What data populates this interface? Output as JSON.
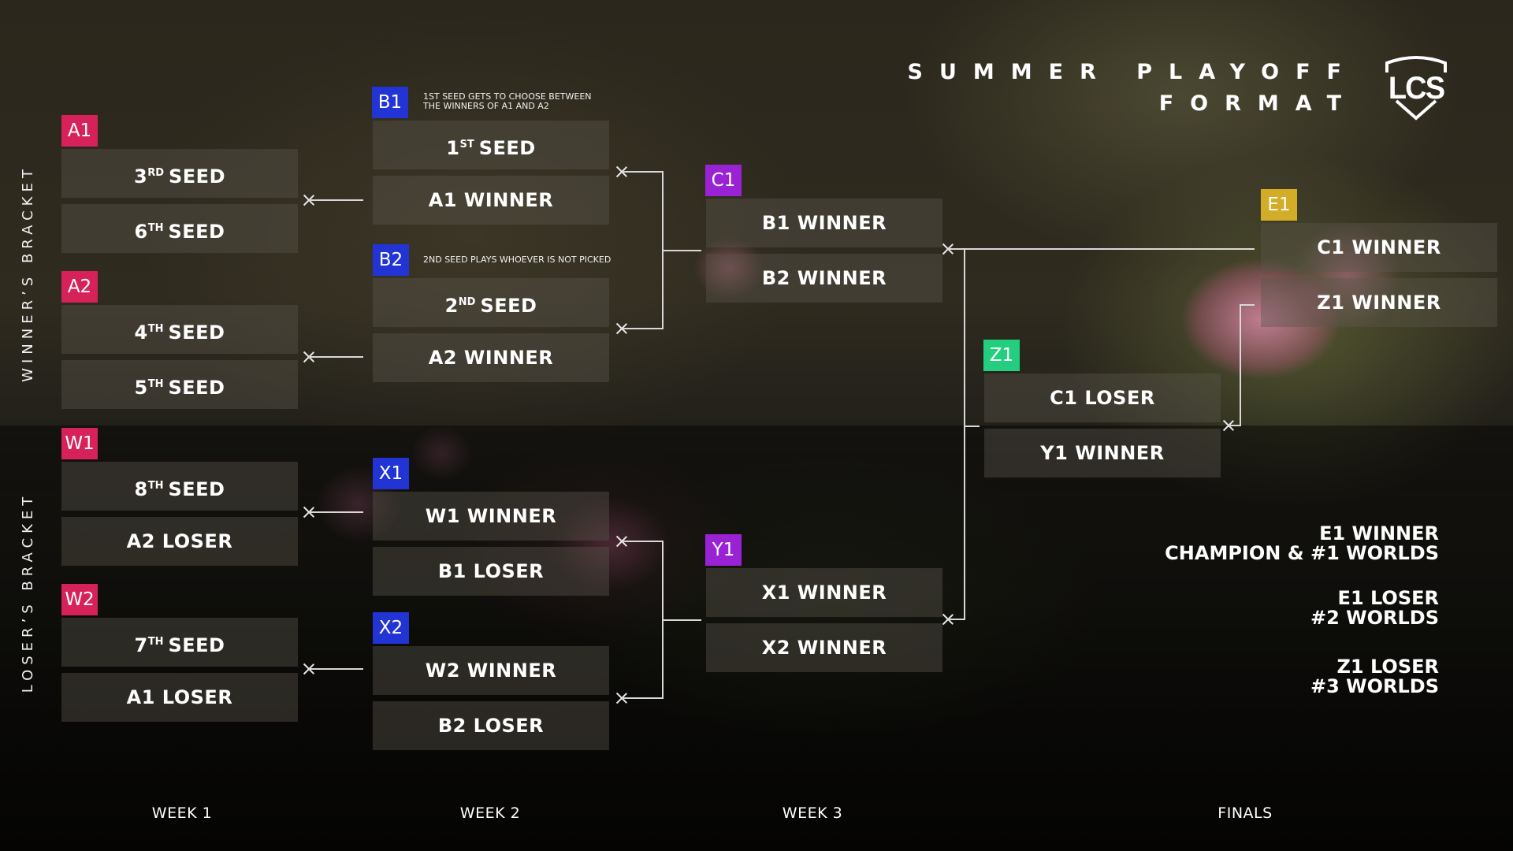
{
  "header": {
    "title_line1": "SUMMER PLAYOFF",
    "title_line2": "FORMAT",
    "logo_text": "LCS"
  },
  "brackets": {
    "winners_label": "WINNER’S BRACKET",
    "losers_label": "LOSER’S BRACKET"
  },
  "colors": {
    "week1_tag": "#d7215a",
    "week2_tag": "#2234d4",
    "week3_tag": "#9a22d5",
    "z1_tag": "#23ce7f",
    "e1_tag": "#d3ad27",
    "connector": "#d8d8d8"
  },
  "matches": {
    "A1": {
      "tag": "A1",
      "slots": [
        {
          "num": "3",
          "sup": "RD",
          "text": "SEED"
        },
        {
          "num": "6",
          "sup": "TH",
          "text": "SEED"
        }
      ]
    },
    "A2": {
      "tag": "A2",
      "slots": [
        {
          "num": "4",
          "sup": "TH",
          "text": "SEED"
        },
        {
          "num": "5",
          "sup": "TH",
          "text": "SEED"
        }
      ]
    },
    "W1": {
      "tag": "W1",
      "slots": [
        {
          "num": "8",
          "sup": "TH",
          "text": "SEED"
        },
        {
          "text": "A2 LOSER"
        }
      ]
    },
    "W2": {
      "tag": "W2",
      "slots": [
        {
          "num": "7",
          "sup": "TH",
          "text": "SEED"
        },
        {
          "text": "A1 LOSER"
        }
      ]
    },
    "B1": {
      "tag": "B1",
      "note": "1ST SEED GETS TO CHOOSE BETWEEN\nTHE WINNERS OF A1 AND A2",
      "note_line1": "1ST SEED GETS TO CHOOSE BETWEEN",
      "note_line2": "THE WINNERS OF A1 AND A2",
      "slots": [
        {
          "num": "1",
          "sup": "ST",
          "text": "SEED"
        },
        {
          "text": "A1 WINNER"
        }
      ]
    },
    "B2": {
      "tag": "B2",
      "note": "2ND SEED PLAYS WHOEVER IS NOT PICKED",
      "slots": [
        {
          "num": "2",
          "sup": "ND",
          "text": "SEED"
        },
        {
          "text": "A2 WINNER"
        }
      ]
    },
    "X1": {
      "tag": "X1",
      "slots": [
        {
          "text": "W1 WINNER"
        },
        {
          "text": "B1 LOSER"
        }
      ]
    },
    "X2": {
      "tag": "X2",
      "slots": [
        {
          "text": "W2 WINNER"
        },
        {
          "text": "B2 LOSER"
        }
      ]
    },
    "C1": {
      "tag": "C1",
      "slots": [
        {
          "text": "B1 WINNER"
        },
        {
          "text": "B2 WINNER"
        }
      ]
    },
    "Y1": {
      "tag": "Y1",
      "slots": [
        {
          "text": "X1 WINNER"
        },
        {
          "text": "X2 WINNER"
        }
      ]
    },
    "Z1": {
      "tag": "Z1",
      "slots": [
        {
          "text": "C1 LOSER"
        },
        {
          "text": "Y1 WINNER"
        }
      ]
    },
    "E1": {
      "tag": "E1",
      "slots": [
        {
          "text": "C1 WINNER"
        },
        {
          "text": "Z1 WINNER"
        }
      ]
    }
  },
  "results": [
    {
      "line1": "E1 WINNER",
      "line2": "CHAMPION & #1 WORLDS"
    },
    {
      "line1": "E1 LOSER",
      "line2": "#2 WORLDS"
    },
    {
      "line1": "Z1 LOSER",
      "line2": "#3 WORLDS"
    }
  ],
  "footer": {
    "weeks": [
      "WEEK 1",
      "WEEK 2",
      "WEEK 3",
      "FINALS"
    ]
  }
}
